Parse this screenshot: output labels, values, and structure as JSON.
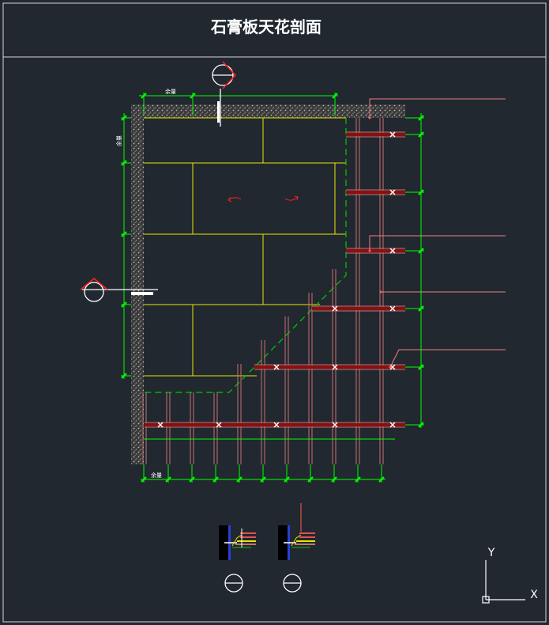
{
  "drawing": {
    "title": "石膏板天花剖面",
    "dimensions": {
      "top": "余量",
      "left": "余量",
      "bottom": "余量"
    },
    "axis": {
      "x_label": "X",
      "y_label": "Y"
    }
  },
  "colors": {
    "background": "#212830",
    "frame": "#d8d8d8",
    "dimension": "#00ff00",
    "panel_grid": "#e6e600",
    "section_fill": "#8a8a8a",
    "keel": "#c87070",
    "keel_dark": "#8a1010",
    "leader": "#f08080",
    "marker_red": "#ff2020",
    "marker_white": "#ffffff",
    "cut_line": "#00cc00"
  }
}
